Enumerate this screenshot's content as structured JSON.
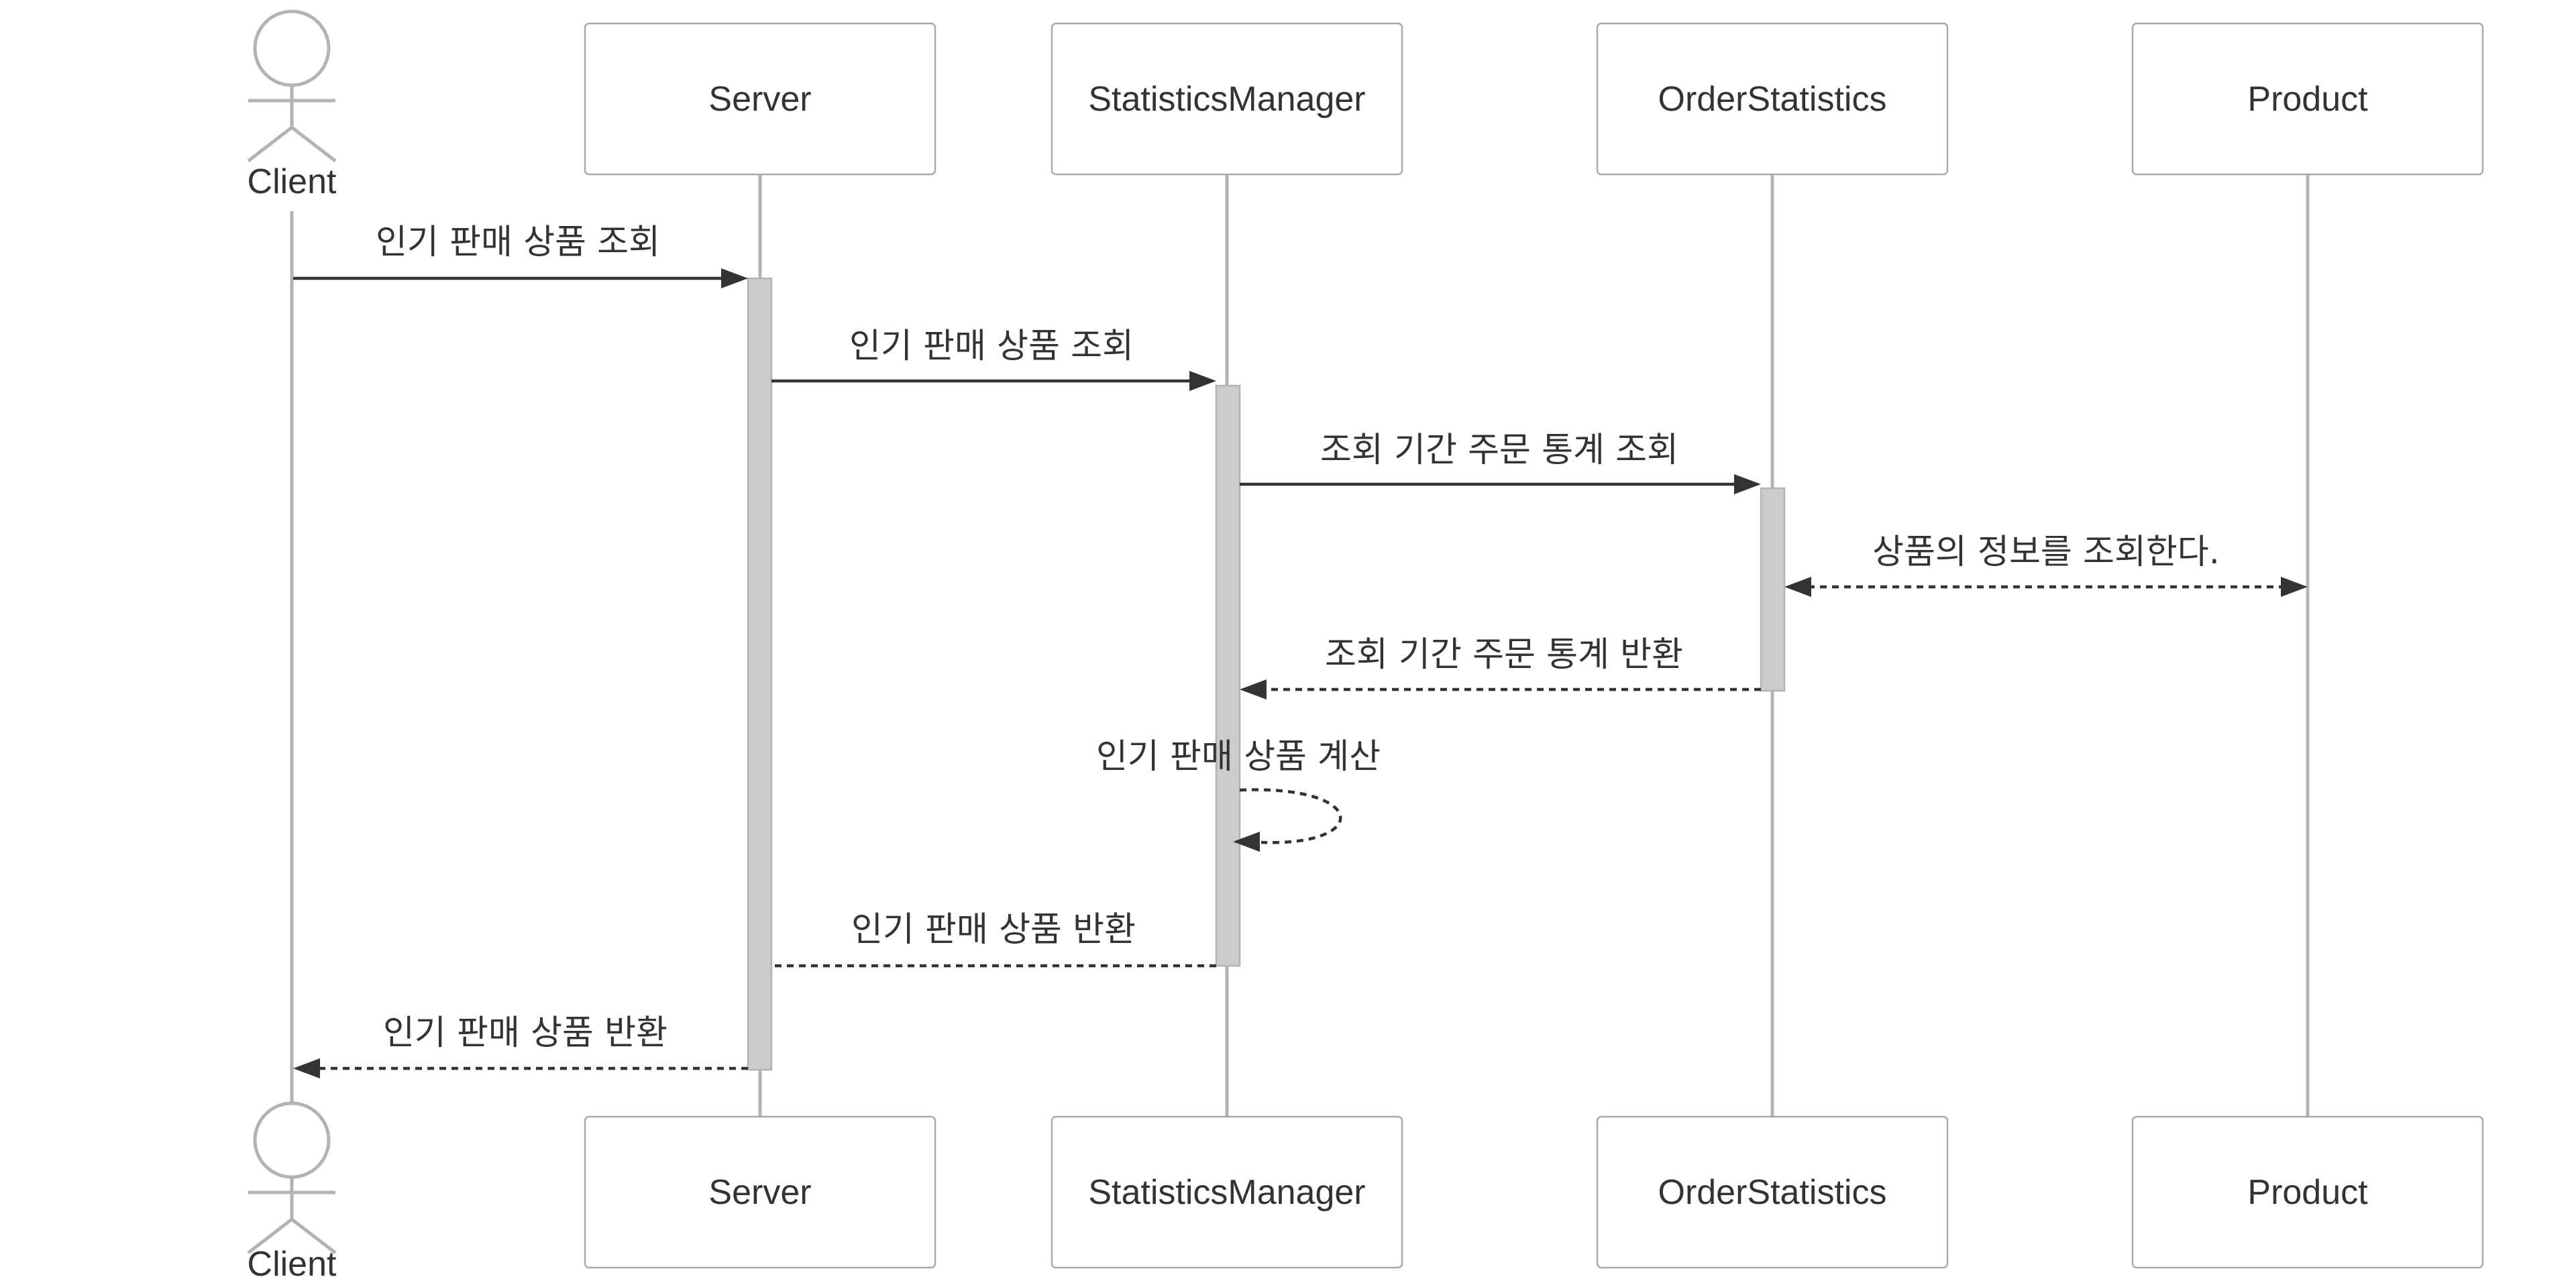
{
  "participants": [
    {
      "id": "client",
      "label": "Client",
      "kind": "actor"
    },
    {
      "id": "server",
      "label": "Server",
      "kind": "box"
    },
    {
      "id": "statistics-manager",
      "label": "StatisticsManager",
      "kind": "box"
    },
    {
      "id": "order-statistics",
      "label": "OrderStatistics",
      "kind": "box"
    },
    {
      "id": "product",
      "label": "Product",
      "kind": "box"
    }
  ],
  "messages": [
    {
      "from": "client",
      "to": "server",
      "label": "인기 판매 상품 조회",
      "style": "solid"
    },
    {
      "from": "server",
      "to": "statistics-manager",
      "label": "인기 판매 상품 조회",
      "style": "solid"
    },
    {
      "from": "statistics-manager",
      "to": "order-statistics",
      "label": "조회 기간 주문 통계 조회",
      "style": "solid"
    },
    {
      "from": "order-statistics",
      "to": "product",
      "label": "상품의 정보를 조회한다.",
      "style": "dashed-bidirectional"
    },
    {
      "from": "order-statistics",
      "to": "statistics-manager",
      "label": "조회 기간 주문 통계 반환",
      "style": "dashed"
    },
    {
      "from": "statistics-manager",
      "to": "statistics-manager",
      "label": "인기 판매 상품 계산",
      "style": "dashed-self"
    },
    {
      "from": "statistics-manager",
      "to": "server",
      "label": "인기 판매 상품 반환",
      "style": "dashed-open"
    },
    {
      "from": "server",
      "to": "client",
      "label": "인기 판매 상품 반환",
      "style": "dashed"
    }
  ],
  "colors": {
    "line": "#b3b3b3",
    "activation": "#cccccc",
    "arrow": "#333333",
    "text": "#333333"
  }
}
